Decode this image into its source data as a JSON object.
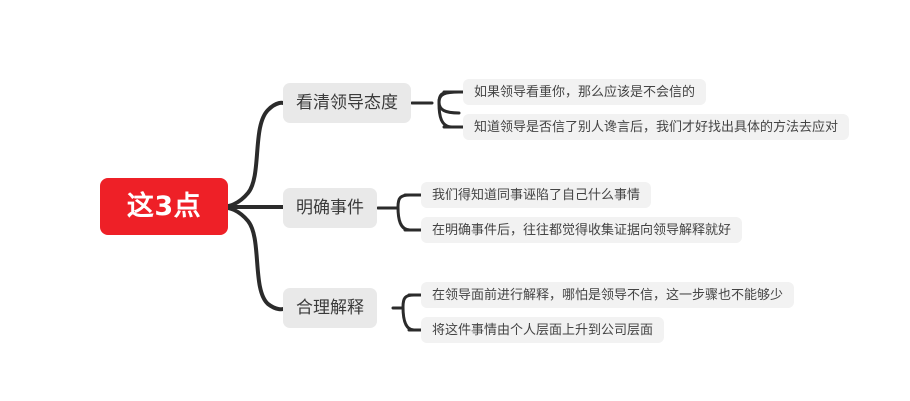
{
  "diagram": {
    "type": "mindmap",
    "root": {
      "label": "这3点",
      "color": "#ee2027",
      "text_color": "#ffffff"
    },
    "branch_color": "#e9e9e9",
    "leaf_color": "#f2f2f2",
    "connector_color": "#2b2b2b",
    "branches": [
      {
        "label": "看清领导态度",
        "leaves": [
          "如果领导看重你，那么应该是不会信的",
          "知道领导是否信了别人谗言后，我们才好找出具体的方法去应对"
        ]
      },
      {
        "label": "明确事件",
        "leaves": [
          "我们得知道同事诬陷了自己什么事情",
          "在明确事件后，往往都觉得收集证据向领导解释就好"
        ]
      },
      {
        "label": "合理解释",
        "leaves": [
          "在领导面前进行解释，哪怕是领导不信，这一步骤也不能够少",
          "将这件事情由个人层面上升到公司层面"
        ]
      }
    ]
  }
}
